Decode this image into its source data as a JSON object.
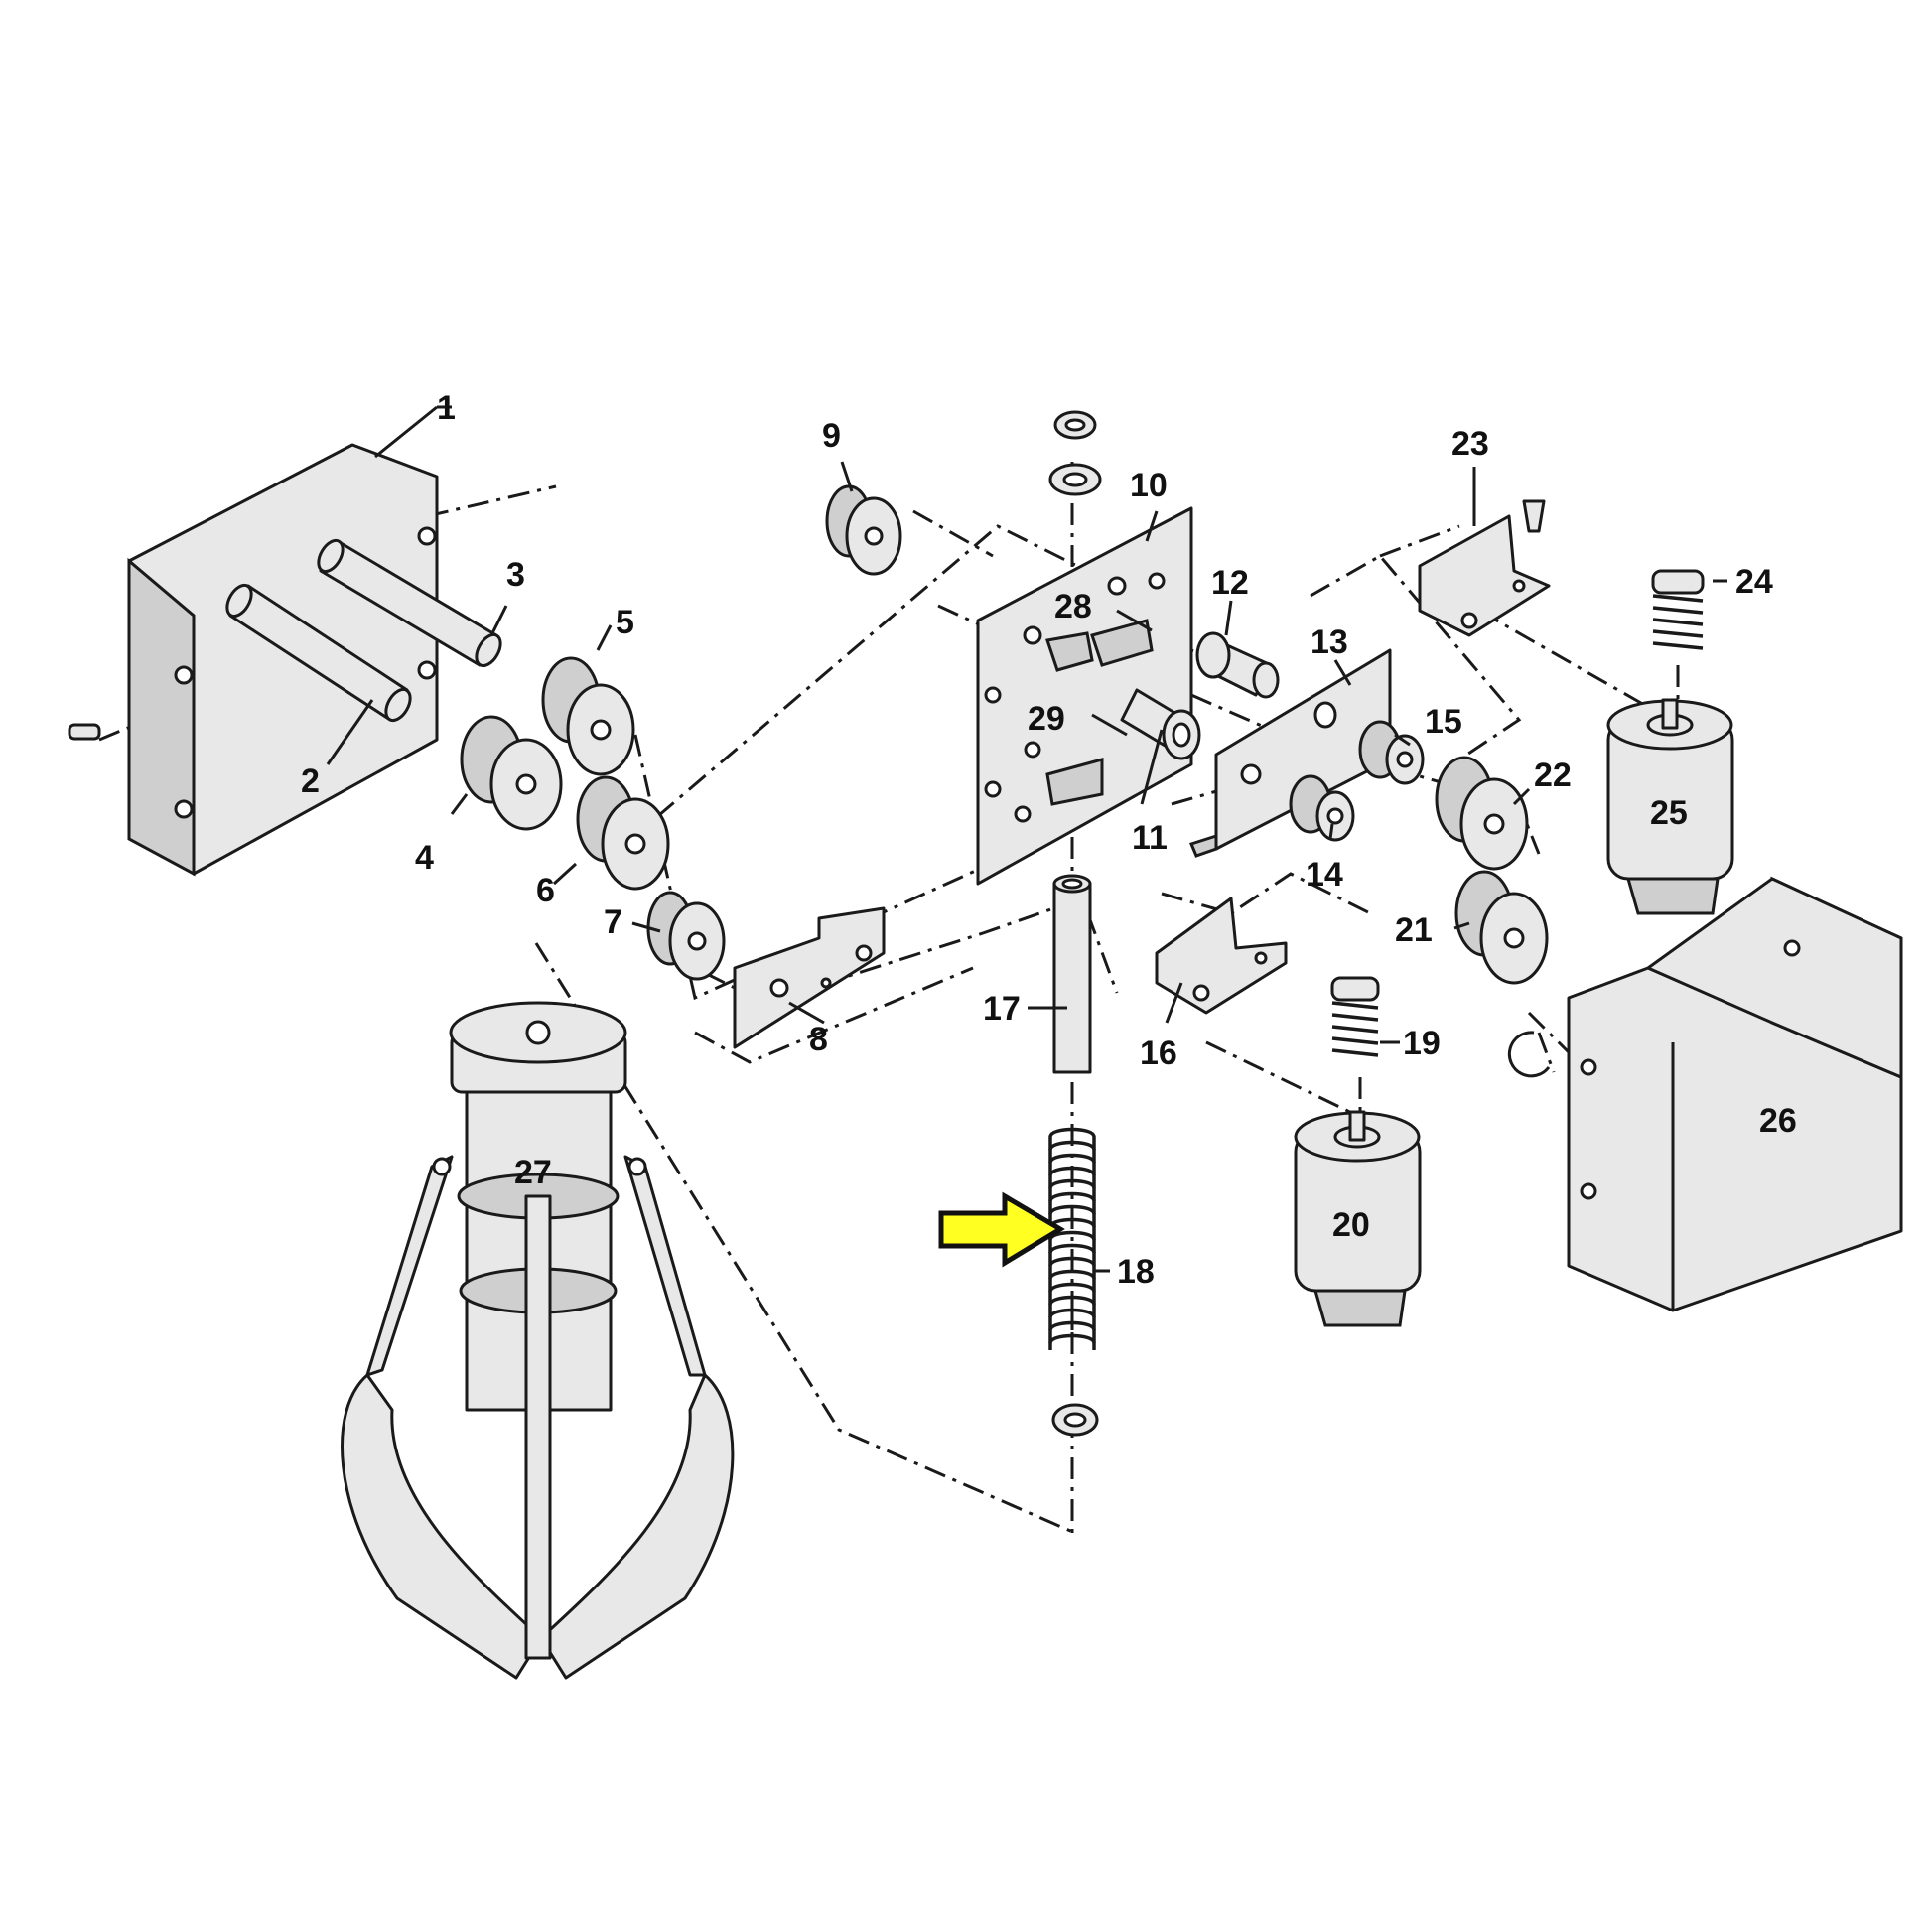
{
  "callouts": [
    "1",
    "2",
    "3",
    "4",
    "5",
    "6",
    "7",
    "8",
    "9",
    "10",
    "11",
    "12",
    "13",
    "14",
    "15",
    "16",
    "17",
    "18",
    "19",
    "20",
    "21",
    "22",
    "23",
    "24",
    "25",
    "26",
    "27",
    "28",
    "29"
  ],
  "colors": {
    "highlight_arrow": "#ffff22",
    "line": "#1a1a1a",
    "part_fill": "#e8e8e8"
  },
  "highlight": {
    "target_callout": "18",
    "icon": "right-arrow-icon"
  }
}
